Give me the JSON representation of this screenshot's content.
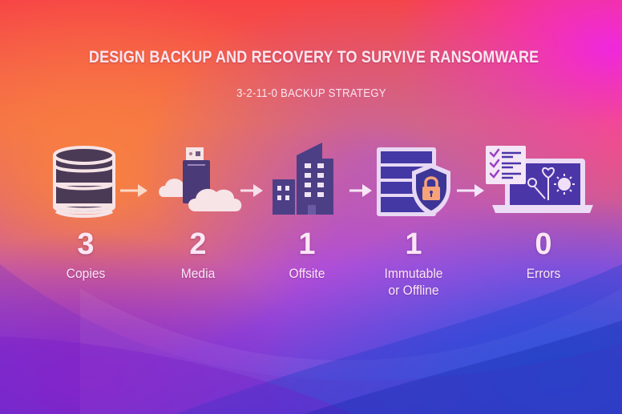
{
  "header": {
    "title": "DESIGN BACKUP AND RECOVERY TO SURVIVE RANSOMWARE",
    "subtitle": "3-2-11-0 BACKUP STRATEGY"
  },
  "steps": [
    {
      "number": "3",
      "label": "Copies",
      "icon": "database-icon"
    },
    {
      "number": "2",
      "label": "Media",
      "icon": "usb-drive-cloud-icon"
    },
    {
      "number": "1",
      "label": "Offsite",
      "icon": "office-buildings-icon"
    },
    {
      "number": "1",
      "label_line1": "Immutable",
      "label_line2": "or Offline",
      "icon": "server-shield-lock-icon"
    },
    {
      "number": "0",
      "label": "Errors",
      "icon": "laptop-checklist-icon"
    }
  ],
  "connectors": [
    "arrow-right-icon",
    "arrow-right-icon",
    "arrow-right-icon",
    "arrow-right-icon"
  ],
  "colors": {
    "icon_dark": "#4a3a6e",
    "icon_indigo": "#4b3aa8",
    "icon_light": "#f6e6ee",
    "lock_orange": "#f6a37a",
    "check_purple": "#9a3fc4",
    "text": "#fbe6f4"
  }
}
